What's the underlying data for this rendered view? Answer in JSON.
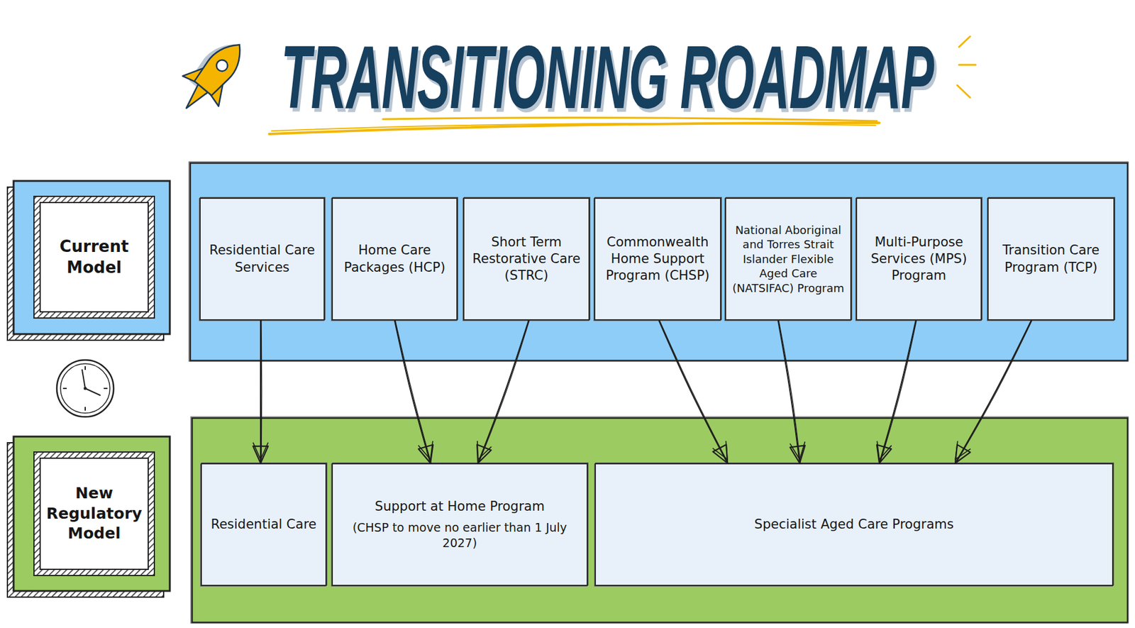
{
  "diagram": {
    "title": "TRANSITIONING ROADMAP",
    "nodes": [
      {
        "text": [
          "Current Model"
        ]
      },
      {
        "text": [
          "Residential Care Services"
        ]
      },
      {
        "text": [
          "Home Care Packages (HCP)"
        ]
      },
      {
        "text": [
          "Short Term Restorative Care (STRC)"
        ]
      },
      {
        "text": [
          "Commonwealth Home Support Program (CHSP)"
        ]
      },
      {
        "text": [
          "National Aboriginal and Torres Strait Islander Flexible Aged Care (NATSIFAC) Program"
        ]
      },
      {
        "text": [
          "Multi-Purpose Services (MPS) Program"
        ]
      },
      {
        "text": [
          "Transition Care Program (TCP)"
        ]
      },
      {
        "text": [
          "New Regulatory Model"
        ]
      },
      {
        "text": [
          "Residential Care"
        ]
      },
      {
        "text": [
          "Support at Home Program",
          "(CHSP to move no earlier than 1 July 2027)"
        ]
      },
      {
        "text": [
          "Specialist Aged Care Programs"
        ]
      }
    ],
    "edges": [
      {
        "from": 1,
        "to": 9,
        "arrow": "to"
      },
      {
        "from": 2,
        "to": 10,
        "arrow": "to"
      },
      {
        "from": 3,
        "to": 10,
        "arrow": "to"
      },
      {
        "from": 4,
        "to": 11,
        "arrow": "to"
      },
      {
        "from": 5,
        "to": 11,
        "arrow": "to"
      },
      {
        "from": 6,
        "to": 11,
        "arrow": "to"
      },
      {
        "from": 7,
        "to": 11,
        "arrow": "to"
      }
    ]
  }
}
